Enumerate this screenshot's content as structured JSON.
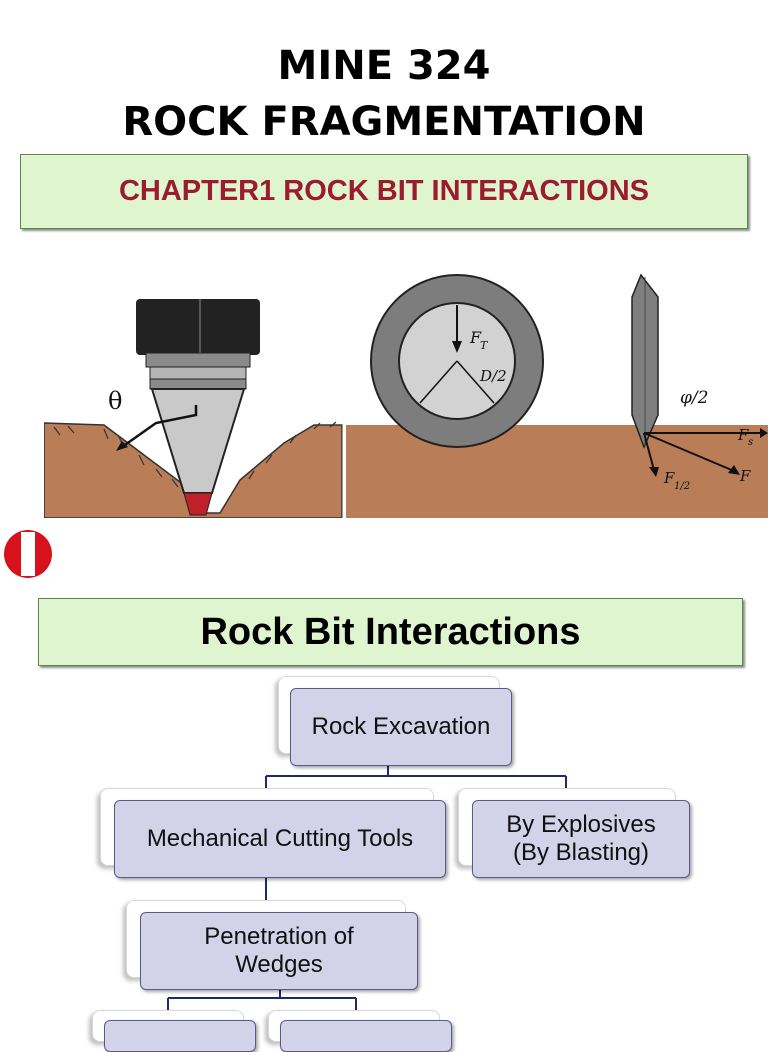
{
  "header": {
    "line1": "MINE 324",
    "line2": "ROCK FRAGMENTATION"
  },
  "chapter_banner": {
    "text": "CHAPTER1 ROCK BIT INTERACTIONS",
    "text_color": "#9b1b30",
    "background": "#dff5d0"
  },
  "figure": {
    "theta_label": "θ",
    "force_labels": [
      "F",
      "T",
      "D/2",
      "φ/2",
      "F",
      "s",
      "F",
      "1/2",
      "F"
    ],
    "ground_color": "#b97d57"
  },
  "section_banner": {
    "text": "Rock Bit Interactions"
  },
  "tree": {
    "root": "Rock Excavation",
    "level1": [
      "Mechanical Cutting Tools",
      "By Explosives\n(By Blasting)"
    ],
    "level2": "Penetration of\nWedges",
    "node_color": "#d2d2e8"
  }
}
